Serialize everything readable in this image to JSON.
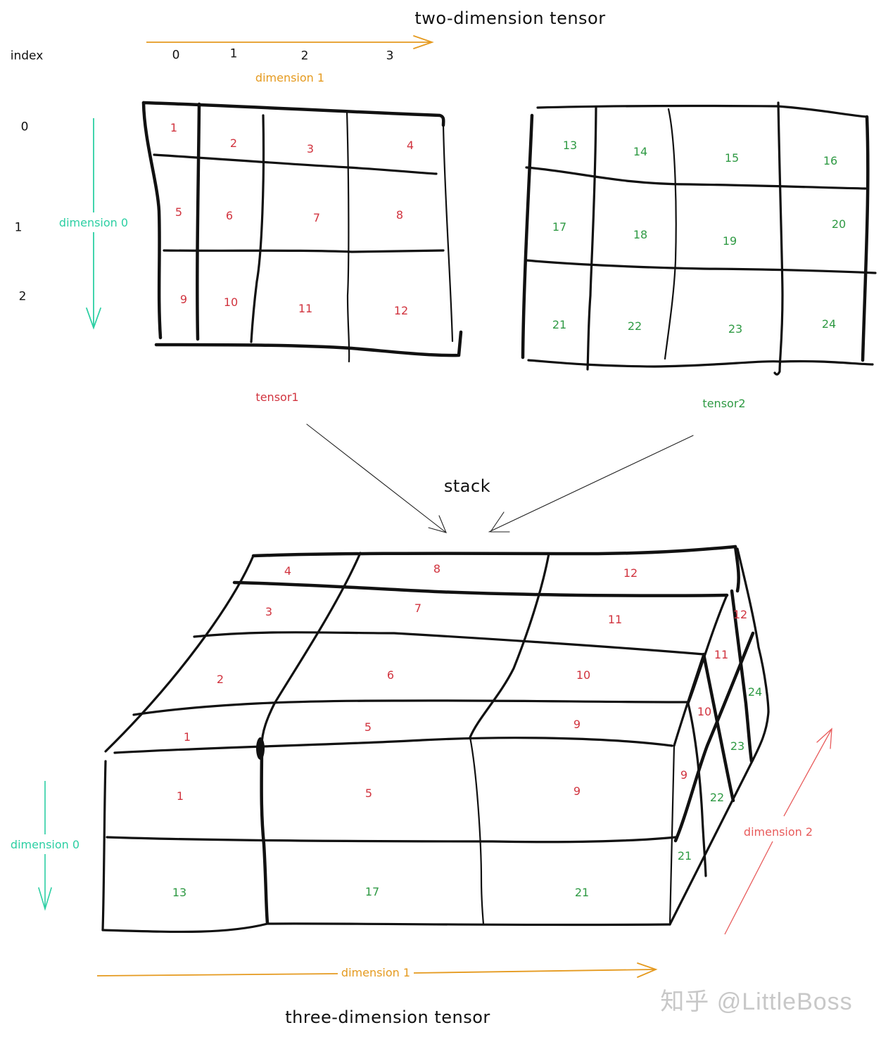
{
  "titles": {
    "top": "two-dimension tensor",
    "bottom": "three-dimension tensor",
    "operation": "stack"
  },
  "colors": {
    "tensor1": "#d1343f",
    "tensor2": "#2f9a44",
    "dimension0": "#2ccfa3",
    "dimension1": "#e59a1f",
    "dimension2": "#e85b5b",
    "ink": "#111111"
  },
  "index_header": {
    "label": "index",
    "columns": [
      "0",
      "1",
      "2",
      "3"
    ],
    "rows": [
      "0",
      "1",
      "2"
    ]
  },
  "axes_2d": {
    "dimension1_label": "dimension 1",
    "dimension0_label": "dimension 0"
  },
  "tensor1": {
    "label": "tensor1",
    "rows": [
      [
        "1",
        "2",
        "3",
        "4"
      ],
      [
        "5",
        "6",
        "7",
        "8"
      ],
      [
        "9",
        "10",
        "11",
        "12"
      ]
    ]
  },
  "tensor2": {
    "label": "tensor2",
    "rows": [
      [
        "13",
        "14",
        "15",
        "16"
      ],
      [
        "17",
        "18",
        "19",
        "20"
      ],
      [
        "21",
        "22",
        "23",
        "24"
      ]
    ]
  },
  "tensor3d": {
    "top_face": {
      "rows": [
        [
          "4",
          "8",
          "12"
        ],
        [
          "3",
          "7",
          "11"
        ],
        [
          "2",
          "6",
          "10"
        ],
        [
          "1",
          "5",
          "9"
        ]
      ]
    },
    "front_face": {
      "rows": [
        [
          "1",
          "5",
          "9"
        ],
        [
          "13",
          "17",
          "21"
        ]
      ]
    },
    "side_face": {
      "tensor1_values": [
        "12",
        "11",
        "10",
        "9"
      ],
      "tensor2_values": [
        "24",
        "23",
        "22",
        "21"
      ]
    },
    "axes": {
      "dimension0_label": "dimension 0",
      "dimension1_label": "dimension 1",
      "dimension2_label": "dimension 2"
    }
  },
  "watermark": "知乎 @LittleBoss"
}
